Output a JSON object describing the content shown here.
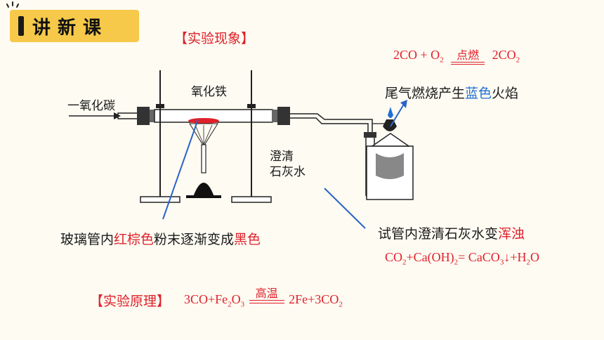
{
  "badge": {
    "text": "讲新课"
  },
  "phenomenon": {
    "heading": "【实验现象】",
    "eq_co_combust": {
      "left": "2CO + O",
      "left_sub": "2",
      "condition": "点燃",
      "right": "2CO",
      "right_sub": "2"
    },
    "tail_gas": {
      "pre": "尾气燃烧产生",
      "highlight": "蓝色",
      "post": "火焰"
    },
    "glass_tube": {
      "pre": "玻璃管内",
      "highlight1": "红棕色",
      "mid": "粉末逐渐变成",
      "highlight2": "黑色"
    },
    "test_tube": {
      "pre": "试管内澄清石灰水变",
      "highlight": "浑浊"
    },
    "eq_limewater": {
      "p1": "CO",
      "s1": "2",
      "p2": "+Ca(OH)",
      "s2": "2",
      "p3": "= CaCO",
      "s3": "3",
      "p4": "↓+H",
      "s4": "2",
      "p5": "O"
    }
  },
  "apparatus": {
    "gas_in_label": "一氧化碳",
    "oxide_label": "氧化铁",
    "limewater_label_line1": "澄清",
    "limewater_label_line2": "石灰水"
  },
  "principle": {
    "heading": "【实验原理】",
    "eq": {
      "left": "3CO+Fe",
      "s1": "2",
      "mid": "O",
      "s2": "3",
      "condition": "高温",
      "right": "2Fe+3CO",
      "s3": "2"
    }
  },
  "colors": {
    "red": "#e0202a",
    "blue": "#1f6fd6",
    "badge": "#f6c94a"
  }
}
